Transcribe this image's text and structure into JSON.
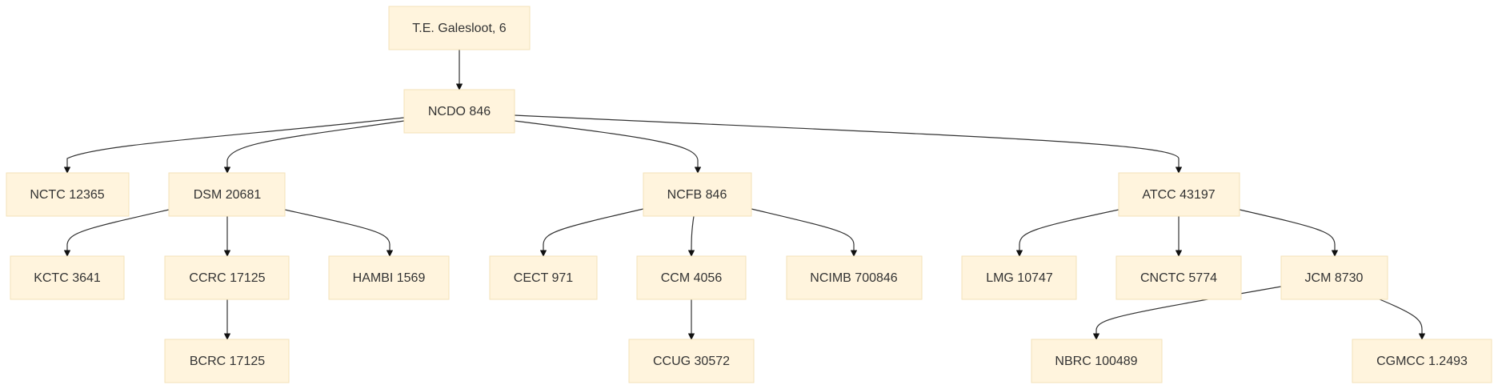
{
  "nodes": [
    {
      "id": "galesloot",
      "label": "T.E. Galesloot, 6"
    },
    {
      "id": "ncdo846",
      "label": "NCDO 846"
    },
    {
      "id": "nctc12365",
      "label": "NCTC 12365"
    },
    {
      "id": "dsm20681",
      "label": "DSM 20681"
    },
    {
      "id": "ncfb846",
      "label": "NCFB 846"
    },
    {
      "id": "atcc43197",
      "label": "ATCC 43197"
    },
    {
      "id": "kctc3641",
      "label": "KCTC 3641"
    },
    {
      "id": "ccrc17125",
      "label": "CCRC 17125"
    },
    {
      "id": "hambi1569",
      "label": "HAMBI 1569"
    },
    {
      "id": "cect971",
      "label": "CECT 971"
    },
    {
      "id": "ccm4056",
      "label": "CCM 4056"
    },
    {
      "id": "ncimb700846",
      "label": "NCIMB 700846"
    },
    {
      "id": "lmg10747",
      "label": "LMG 10747"
    },
    {
      "id": "cnctc5774",
      "label": "CNCTC 5774"
    },
    {
      "id": "jcm8730",
      "label": "JCM 8730"
    },
    {
      "id": "bcrc17125",
      "label": "BCRC 17125"
    },
    {
      "id": "ccug30572",
      "label": "CCUG 30572"
    },
    {
      "id": "nbrc100489",
      "label": "NBRC 100489"
    },
    {
      "id": "cgmcc12493",
      "label": "CGMCC 1.2493"
    }
  ],
  "edges": [
    {
      "from": "galesloot",
      "to": "ncdo846"
    },
    {
      "from": "ncdo846",
      "to": "nctc12365"
    },
    {
      "from": "ncdo846",
      "to": "dsm20681"
    },
    {
      "from": "ncdo846",
      "to": "ncfb846"
    },
    {
      "from": "ncdo846",
      "to": "atcc43197"
    },
    {
      "from": "dsm20681",
      "to": "kctc3641"
    },
    {
      "from": "dsm20681",
      "to": "ccrc17125"
    },
    {
      "from": "dsm20681",
      "to": "hambi1569"
    },
    {
      "from": "ccrc17125",
      "to": "bcrc17125"
    },
    {
      "from": "ncfb846",
      "to": "cect971"
    },
    {
      "from": "ncfb846",
      "to": "ccm4056"
    },
    {
      "from": "ncfb846",
      "to": "ncimb700846"
    },
    {
      "from": "ccm4056",
      "to": "ccug30572"
    },
    {
      "from": "atcc43197",
      "to": "lmg10747"
    },
    {
      "from": "atcc43197",
      "to": "cnctc5774"
    },
    {
      "from": "atcc43197",
      "to": "jcm8730"
    },
    {
      "from": "jcm8730",
      "to": "nbrc100489"
    },
    {
      "from": "jcm8730",
      "to": "cgmcc12493"
    }
  ]
}
